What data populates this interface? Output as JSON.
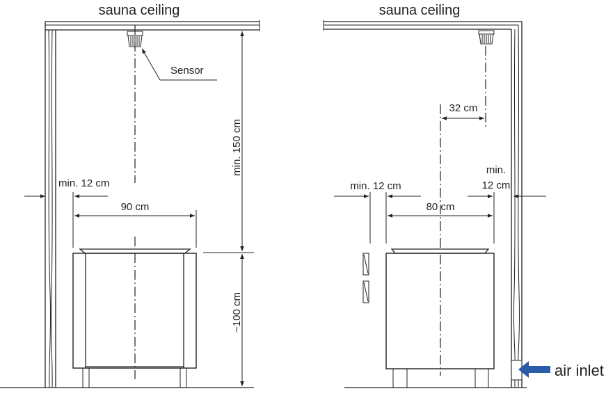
{
  "left_view": {
    "ceiling_label": "sauna ceiling",
    "sensor_label": "Sensor",
    "wall_clearance": "min. 12 cm",
    "heater_width": "90 cm",
    "ceiling_height": "min. 150 cm",
    "heater_height": "~100 cm"
  },
  "right_view": {
    "ceiling_label": "sauna ceiling",
    "sensor_offset": "32 cm",
    "left_clearance": "min. 12 cm",
    "right_clearance_line1": "min.",
    "right_clearance_line2": "12 cm",
    "heater_width": "80 cm",
    "air_inlet_label": "air inlet"
  },
  "colors": {
    "line": "#231f20",
    "air_inlet_arrow": "#2a5ca8"
  }
}
